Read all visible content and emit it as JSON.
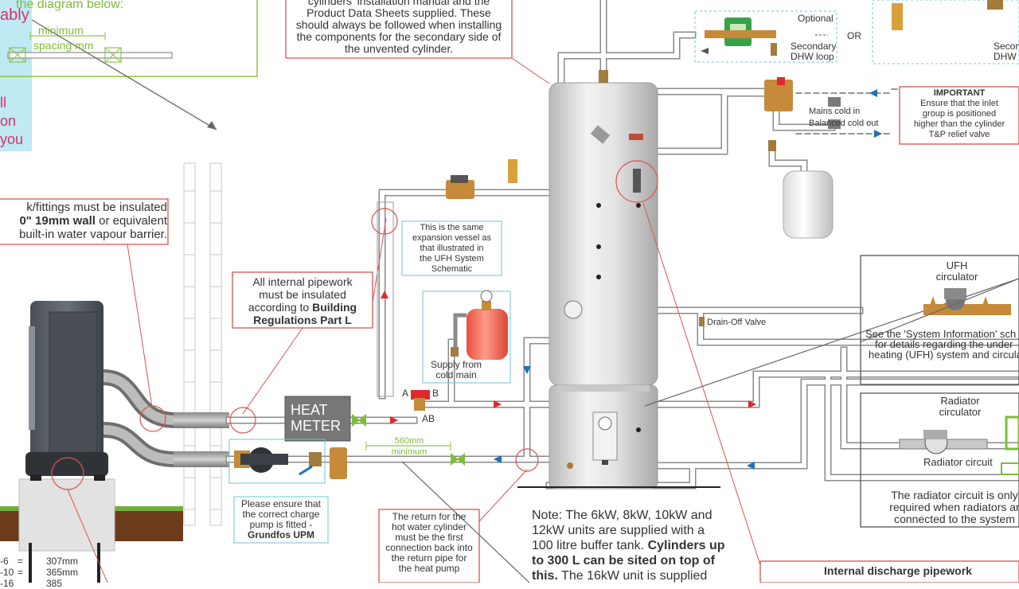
{
  "top_left": {
    "diagram_line": "the diagram below:",
    "ably": "ably",
    "minimum": "minimum",
    "spacing_mm": "spacing mm",
    "left_lines": [
      "ll",
      "on",
      "you"
    ]
  },
  "installation_note": {
    "line1": "cylinders' installation manual and the",
    "line2": "Product Data Sheets supplied.  These",
    "line3": "should always be followed when installing",
    "line4": "the components for the secondary side of",
    "line5": "the unvented cylinder."
  },
  "optional_box": {
    "optional": "Optional",
    "or": "OR",
    "secondary_line1": "Secondary",
    "secondary_line2": "DHW loop",
    "secon_line1": "Secon",
    "secon_line2": "DHW"
  },
  "important": {
    "title": "IMPORTANT",
    "line1": "Ensure that the inlet",
    "line2": "group is positioned",
    "line3": "higher than the cylinder",
    "line4": "T&P relief valve"
  },
  "mains": {
    "cold_in": "Mains cold in",
    "balanced_out": "Balanced  cold out"
  },
  "insulation_note": {
    "line1": "k/fittings must be insulated",
    "line2_bold": "0\" 19mm wall",
    "line2_rest": " or equivalent",
    "line3": "built-in water vapour barrier."
  },
  "pipework_note": {
    "line1": "All internal pipework",
    "line2": "must be insulated",
    "line3_pre": "according to ",
    "line3_bold": "Building",
    "line4_bold": "Regulations Part L"
  },
  "expansion_note": {
    "line1": "This is the same",
    "line2": "expansion vessel as",
    "line3": "that illustrated in",
    "line4": "the UFH System",
    "line5": "Schematic"
  },
  "supply": {
    "line1": "Supply from",
    "line2": "cold main"
  },
  "drain_off": "Drain-Off Valve",
  "heat_meter": {
    "line1": "HEAT",
    "line2": "METER"
  },
  "valve_ports": {
    "a": "A",
    "b": "B",
    "ab": "AB"
  },
  "spacing_560": {
    "line1": "560mm",
    "line2": "minimum"
  },
  "pump_note": {
    "line1": "Please ensure that",
    "line2": "the correct charge",
    "line3": "pump is fitted -",
    "line4_bold": "Grundfos UPM"
  },
  "return_note": {
    "line1": "The return for the",
    "line2": "hot water cylinder",
    "line3": "must be the first",
    "line4": "connection back into",
    "line5": "the return pipe for",
    "line6": "the heat pump"
  },
  "bottom_note": {
    "line1": "Note: The 6kW, 8kW, 10kW and",
    "line2": "12kW units are supplied with a",
    "line3_pre": "100 litre buffer tank. ",
    "line3_bold": "Cylinders up",
    "line4_bold": "to 300 L can be sited on top of",
    "line5_bold": "this.",
    "line5_rest": " The 16kW unit is supplied"
  },
  "ufh": {
    "title_line1": "UFH",
    "title_line2": "circulator",
    "info_line1": "See the 'System Information' sch",
    "info_line2": "for details regarding the under",
    "info_line3": "heating (UFH) system and circula"
  },
  "radiator": {
    "title_line1": "Radiator",
    "title_line2": "circulator",
    "circuit": "Radiator circuit",
    "note_line1": "The radiator circuit is only",
    "note_line2": "required when radiators ar",
    "note_line3": "connected to the system"
  },
  "discharge": "Internal discharge pipework",
  "dimensions": [
    {
      "model": "-6",
      "eq": "=",
      "value": "307mm"
    },
    {
      "model": "-10",
      "eq": "=",
      "value": "365mm"
    },
    {
      "model": "-16",
      "eq": "",
      "value": "385"
    }
  ],
  "colors": {
    "annotation_red": "#d9534f",
    "annotation_green": "#8dc63f",
    "annotation_blue": "#6fc3d8",
    "flow_red": "#e0282e",
    "return_blue": "#1f6fb5",
    "vessel_red": "#ef6b5a",
    "pipe": "#ffffff"
  }
}
